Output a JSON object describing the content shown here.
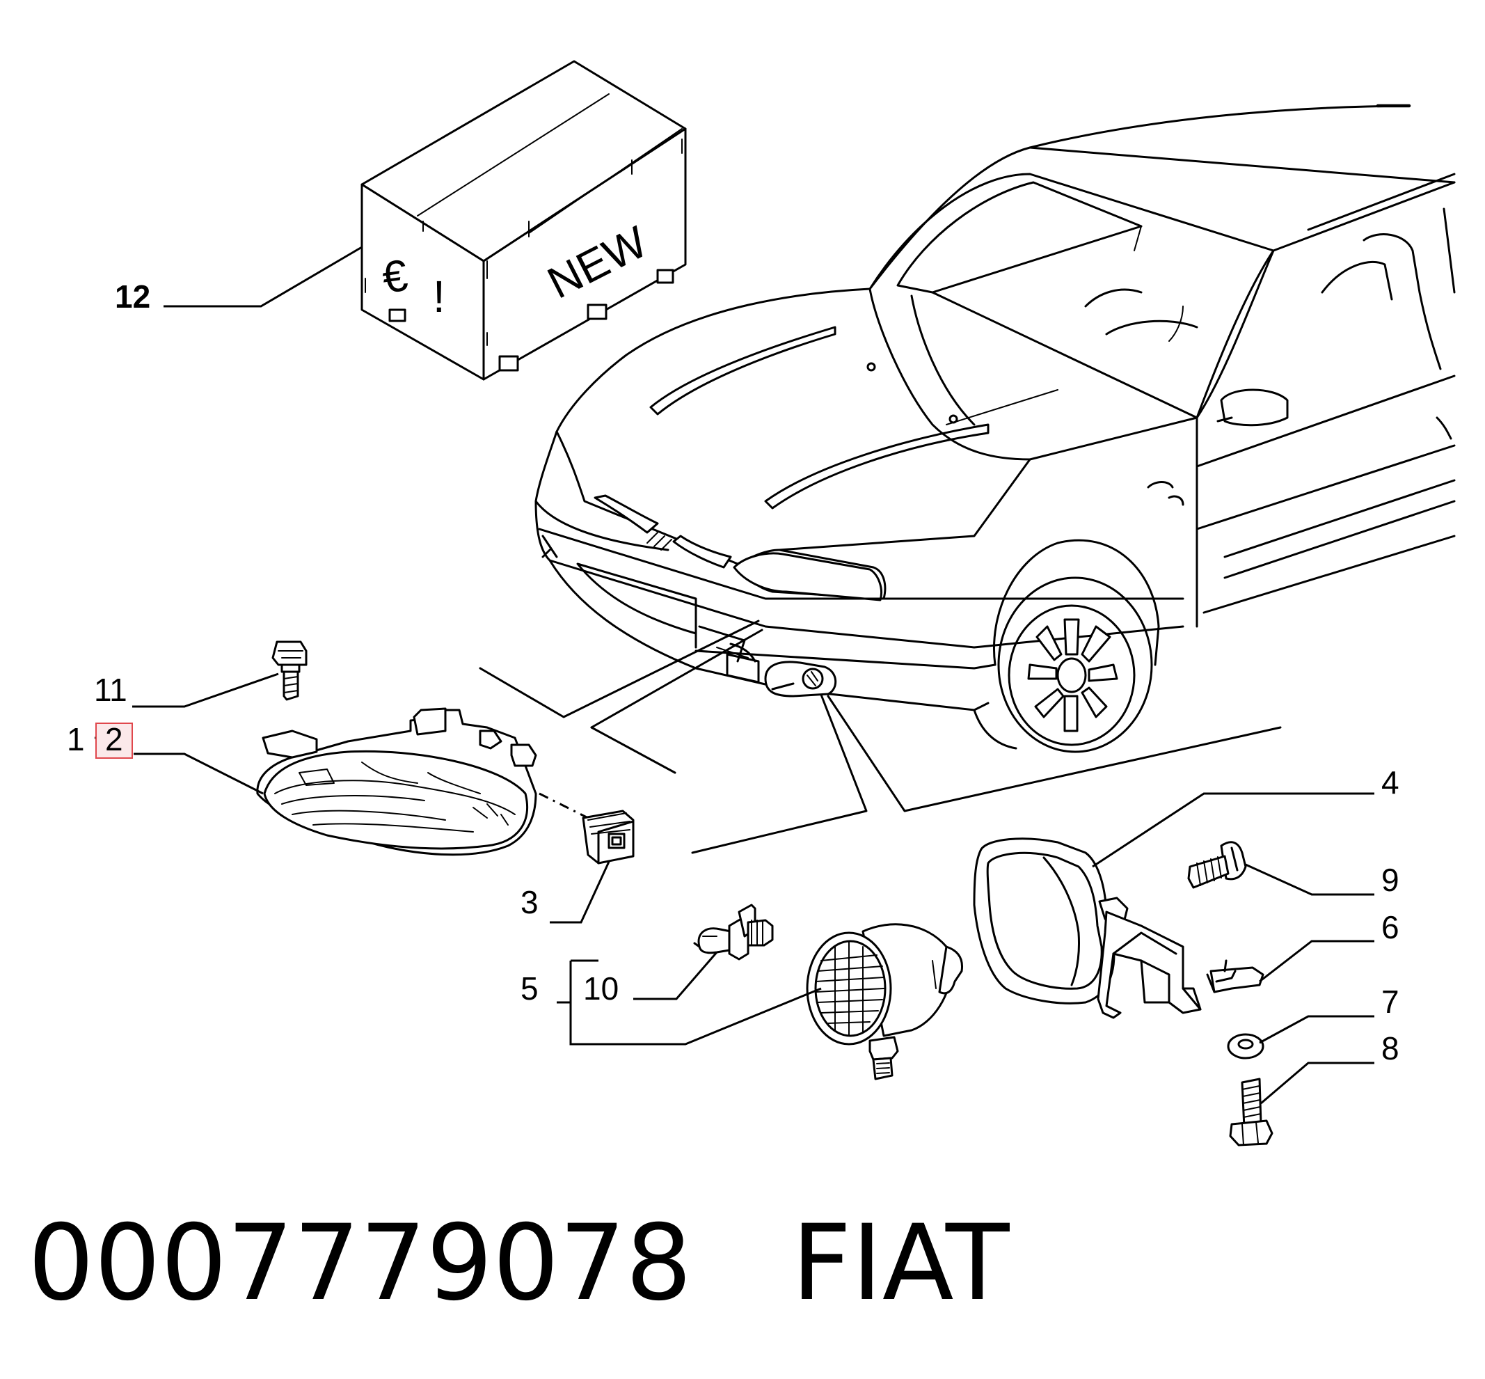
{
  "diagram": {
    "box": {
      "symbol": "€",
      "mark": "!",
      "word": "NEW"
    },
    "callouts": {
      "c1": "1",
      "c2": "2",
      "c3": "3",
      "c4": "4",
      "c5": "5",
      "c6": "6",
      "c7": "7",
      "c8": "8",
      "c9": "9",
      "c10": "10",
      "c11": "11",
      "c12": "12"
    },
    "highlight_color": "#e0474c"
  },
  "footer": {
    "part_number": "0007779078",
    "brand": "FIAT"
  }
}
